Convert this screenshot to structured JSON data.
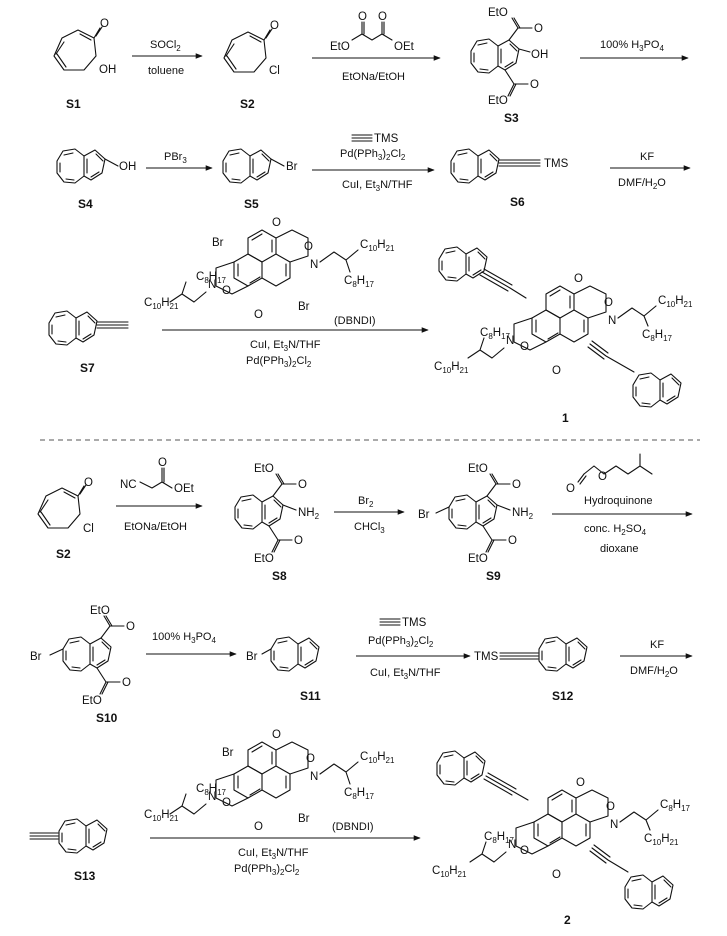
{
  "compounds": {
    "s1": "S1",
    "s2": "S2",
    "s3": "S3",
    "s4": "S4",
    "s5": "S5",
    "s6": "S6",
    "s7": "S7",
    "p1": "1",
    "s2b": "S2",
    "s8": "S8",
    "s9": "S9",
    "s10": "S10",
    "s11": "S11",
    "s12": "S12",
    "s13": "S13",
    "p2": "2"
  },
  "atoms": {
    "O": "O",
    "OH": "OH",
    "Cl": "Cl",
    "Br": "Br",
    "N": "N",
    "NH2": "NH",
    "NH2_sub": "2",
    "EtO": "EtO",
    "OEt": "OEt",
    "TMS": "TMS",
    "NC": "NC",
    "C": "C",
    "H": "H",
    "sub8": "8",
    "sub17": "17",
    "sub10": "10",
    "sub21": "21"
  },
  "reagents": {
    "r1": "SOCl",
    "r1_sub": "2",
    "r1b": "toluene",
    "r2b": "EtONa/EtOH",
    "r3": "100% H",
    "r3_sub": "3",
    "r3_tail": "PO",
    "r3_sub2": "4",
    "r4": "PBr",
    "r4_sub": "3",
    "r5a": "Pd(PPh",
    "r5a_sub": "3",
    "r5a_mid": ")",
    "r5a_sub2": "2",
    "r5a_tail": "Cl",
    "r5a_sub3": "2",
    "r5b": "CuI, Et",
    "r5b_sub": "3",
    "r5b_tail": "N/THF",
    "r6a": "KF",
    "r6b": "DMF/H",
    "r6b_sub": "2",
    "r6b_tail": "O",
    "dbndi": "(DBNDI)",
    "r7a": "CuI, Et",
    "r7a_sub": "3",
    "r7a_tail": "N/THF",
    "r8b": "EtONa/EtOH",
    "r9a": "Br",
    "r9a_sub": "2",
    "r9b": "CHCl",
    "r9b_sub": "3",
    "r10a": "Hydroquinone",
    "r10b": "conc. H",
    "r10b_sub": "2",
    "r10b_tail": "SO",
    "r10b_sub2": "4",
    "r10c": "dioxane",
    "r11": "100% H",
    "r11_sub": "3",
    "r11_tail": "PO",
    "r11_sub2": "4",
    "r12b": "CuI, Et",
    "r12b_sub": "3",
    "r12b_tail": "N/THF",
    "r13a": "KF",
    "r13b": "DMF/H",
    "r13b_sub": "2",
    "r13b_tail": "O",
    "dbndi2": "(DBNDI)",
    "r14a": "CuI, Et",
    "r14a_sub": "3",
    "r14a_tail": "N/THF"
  }
}
